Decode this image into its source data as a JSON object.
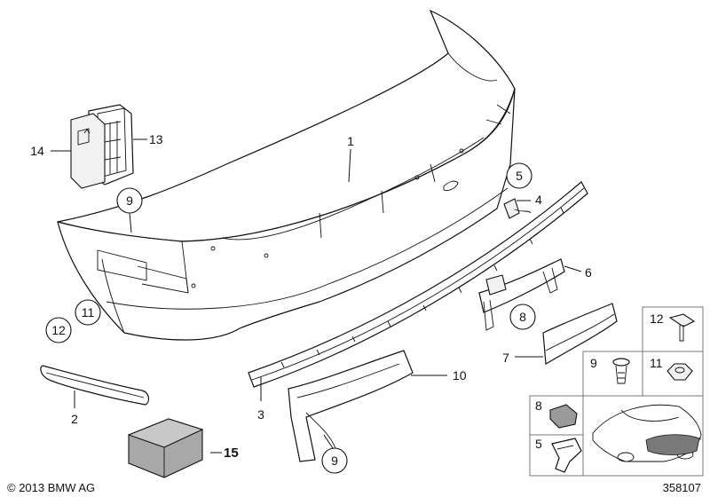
{
  "diagram": {
    "copyright": "© 2013 BMW AG",
    "diagram_number": "358107",
    "labels": {
      "p1": "1",
      "p2": "2",
      "p3": "3",
      "p4": "4",
      "p5_upper": "5",
      "p6": "6",
      "p7": "7",
      "p8": "8",
      "p9_upper": "9",
      "p9_lower": "9",
      "p10": "10",
      "p11": "11",
      "p12": "12",
      "p13": "13",
      "p14": "14",
      "p15": "15"
    },
    "grid": {
      "c12": "12",
      "c9": "9",
      "c11": "11",
      "c8": "8",
      "c5": "5"
    }
  }
}
